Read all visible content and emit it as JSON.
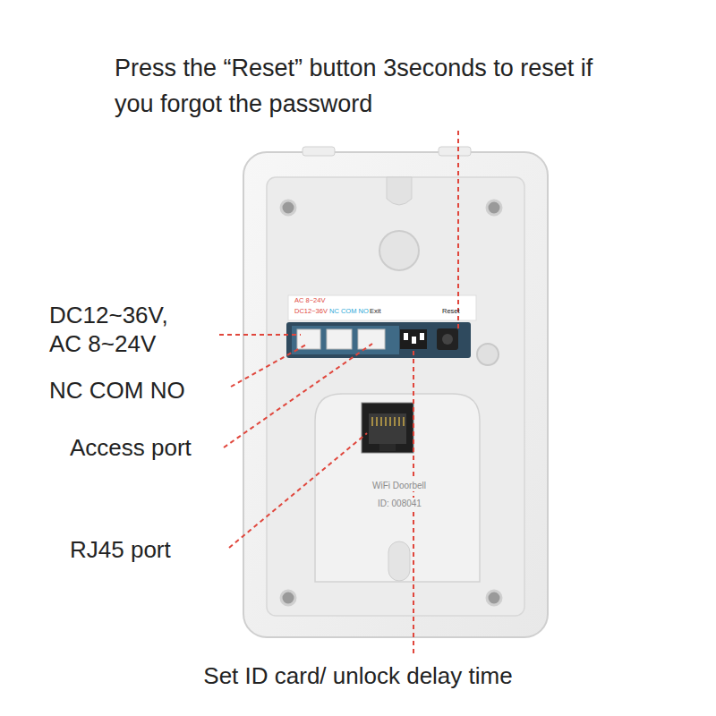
{
  "diagram": {
    "labels": [
      "Press the “Reset” button 3seconds to reset if you forgot the password",
      "DC12~36V, AC 8~24V",
      "NC COM NO",
      "Access port",
      "RJ45 port",
      "Set ID card/ unlock delay time",
      "AC 8~24V",
      "DC12~36V",
      "NC COM NO",
      "Exit",
      "Reset",
      "WiFi Doorbell",
      "ID: 008041"
    ]
  }
}
